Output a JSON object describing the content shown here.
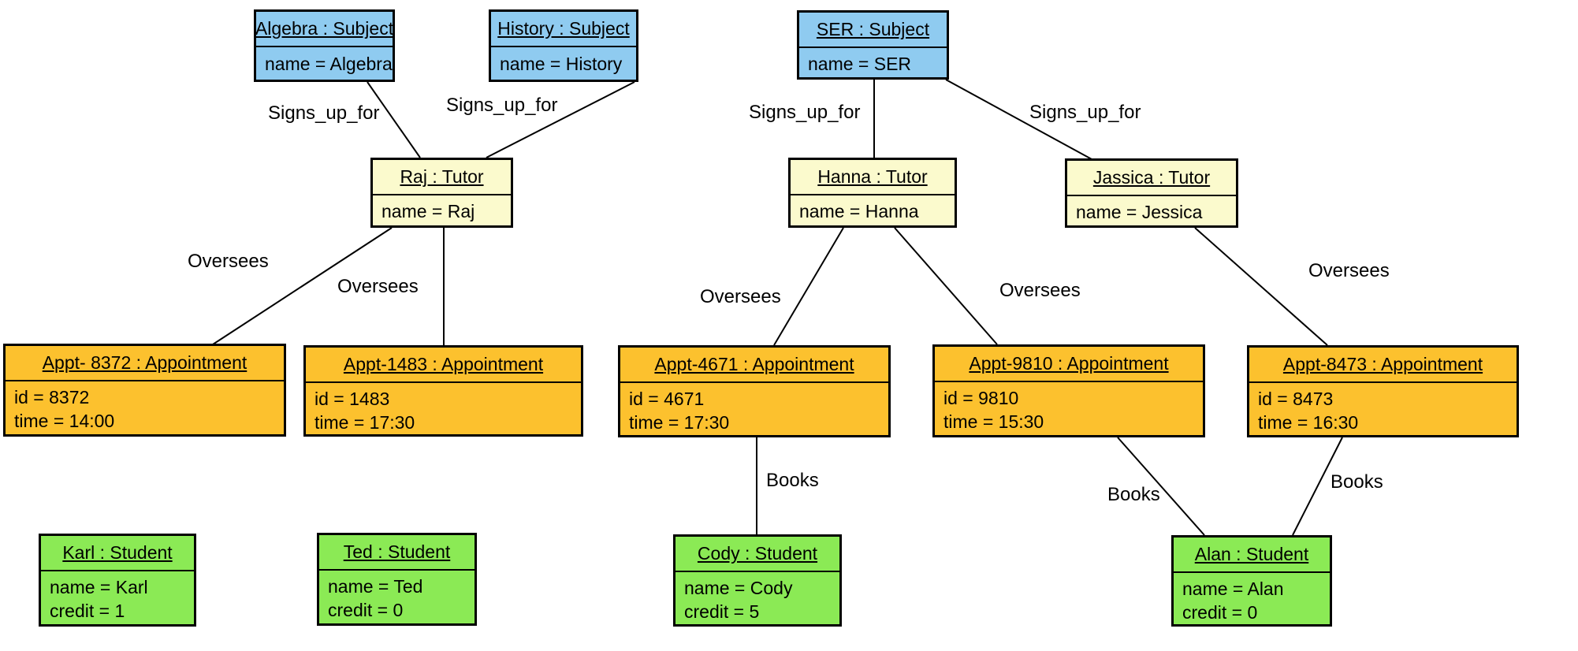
{
  "colors": {
    "subject": "#8FCBF0",
    "tutor": "#FBFACD",
    "appointment": "#FCC12E",
    "student": "#8BEA55",
    "line": "#000000",
    "background": "#FFFFFF"
  },
  "labels": {
    "signs_up_for": "Signs_up_for",
    "oversees": "Oversees",
    "books": "Books"
  },
  "nodes": {
    "algebra": {
      "type": "Subject",
      "title": "Algebra : Subject",
      "attrs": [
        "name = Algebra"
      ]
    },
    "history": {
      "type": "Subject",
      "title": "History : Subject",
      "attrs": [
        "name = History"
      ]
    },
    "ser": {
      "type": "Subject",
      "title": "SER : Subject",
      "attrs": [
        "name = SER"
      ]
    },
    "raj": {
      "type": "Tutor",
      "title": "Raj : Tutor",
      "attrs": [
        "name = Raj"
      ]
    },
    "hanna": {
      "type": "Tutor",
      "title": "Hanna : Tutor",
      "attrs": [
        "name = Hanna"
      ]
    },
    "jassica": {
      "type": "Tutor",
      "title": "Jassica : Tutor",
      "attrs": [
        "name = Jessica"
      ]
    },
    "appt8372": {
      "type": "Appointment",
      "title": "Appt- 8372 : Appointment",
      "attrs": [
        "id = 8372",
        "time = 14:00"
      ]
    },
    "appt1483": {
      "type": "Appointment",
      "title": "Appt-1483 : Appointment",
      "attrs": [
        "id = 1483",
        "time = 17:30"
      ]
    },
    "appt4671": {
      "type": "Appointment",
      "title": "Appt-4671 : Appointment",
      "attrs": [
        "id = 4671",
        "time = 17:30"
      ]
    },
    "appt9810": {
      "type": "Appointment",
      "title": "Appt-9810 : Appointment",
      "attrs": [
        "id = 9810",
        "time = 15:30"
      ]
    },
    "appt8473": {
      "type": "Appointment",
      "title": "Appt-8473 : Appointment",
      "attrs": [
        "id = 8473",
        "time = 16:30"
      ]
    },
    "karl": {
      "type": "Student",
      "title": "Karl : Student",
      "attrs": [
        "name = Karl",
        "credit = 1"
      ]
    },
    "ted": {
      "type": "Student",
      "title": "Ted : Student",
      "attrs": [
        "name = Ted",
        "credit = 0"
      ]
    },
    "cody": {
      "type": "Student",
      "title": "Cody : Student",
      "attrs": [
        "name = Cody",
        "credit = 5"
      ]
    },
    "alan": {
      "type": "Student",
      "title": "Alan : Student",
      "attrs": [
        "name = Alan",
        "credit = 0"
      ]
    }
  },
  "edges": [
    {
      "from": "Algebra : Subject",
      "to": "Raj : Tutor",
      "label": "Signs_up_for"
    },
    {
      "from": "History : Subject",
      "to": "Raj : Tutor",
      "label": "Signs_up_for"
    },
    {
      "from": "SER : Subject",
      "to": "Hanna : Tutor",
      "label": "Signs_up_for"
    },
    {
      "from": "SER : Subject",
      "to": "Jassica : Tutor",
      "label": "Signs_up_for"
    },
    {
      "from": "Raj : Tutor",
      "to": "Appt- 8372 : Appointment",
      "label": "Oversees"
    },
    {
      "from": "Raj : Tutor",
      "to": "Appt-1483 : Appointment",
      "label": "Oversees"
    },
    {
      "from": "Hanna : Tutor",
      "to": "Appt-4671 : Appointment",
      "label": "Oversees"
    },
    {
      "from": "Hanna : Tutor",
      "to": "Appt-9810 : Appointment",
      "label": "Oversees"
    },
    {
      "from": "Jassica : Tutor",
      "to": "Appt-8473 : Appointment",
      "label": "Oversees"
    },
    {
      "from": "Appt-4671 : Appointment",
      "to": "Cody : Student",
      "label": "Books"
    },
    {
      "from": "Appt-9810 : Appointment",
      "to": "Alan : Student",
      "label": "Books"
    },
    {
      "from": "Appt-8473 : Appointment",
      "to": "Alan : Student",
      "label": "Books"
    }
  ]
}
